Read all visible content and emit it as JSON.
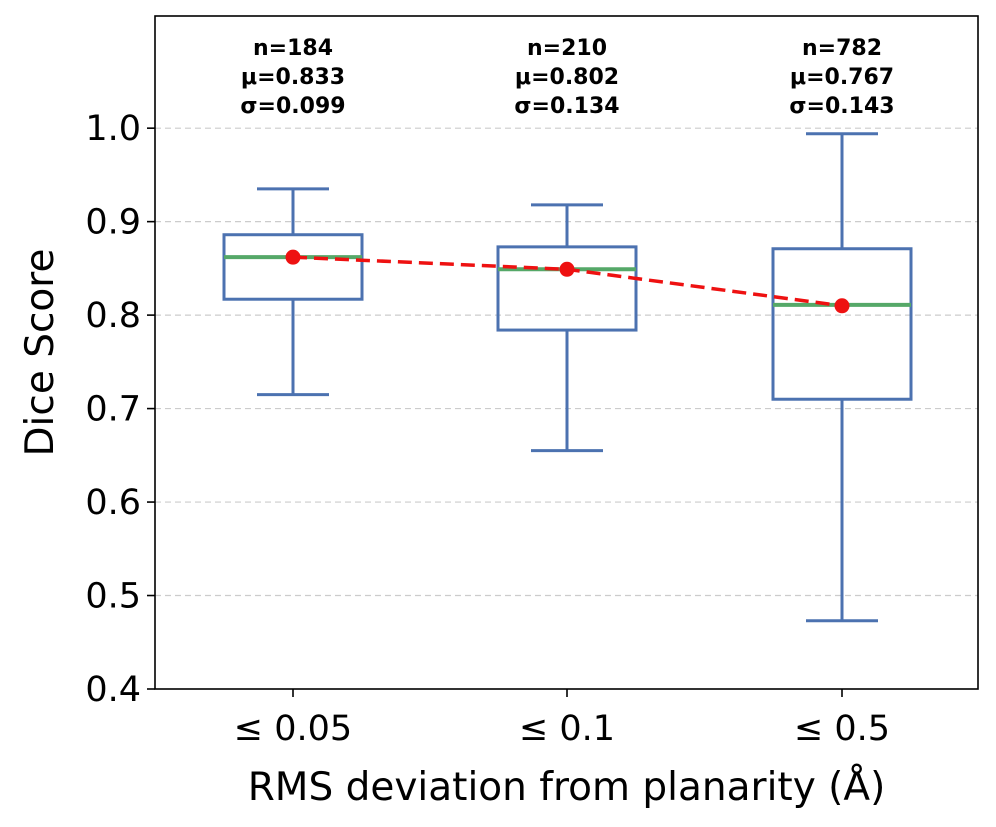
{
  "chart_data": {
    "type": "box",
    "title": "",
    "xlabel": "RMS deviation from planarity (Å)",
    "ylabel": "Dice Score",
    "ylim": [
      0.4,
      1.12
    ],
    "yticks": [
      0.4,
      0.5,
      0.6,
      0.7,
      0.8,
      0.9,
      1.0
    ],
    "ytick_labels": [
      "0.4",
      "0.5",
      "0.6",
      "0.7",
      "0.8",
      "0.9",
      "1.0"
    ],
    "grid": "horizontal dashed",
    "categories": [
      "≤ 0.05",
      "≤ 0.1",
      "≤ 0.5"
    ],
    "boxes": [
      {
        "whisker_low": 0.715,
        "q1": 0.817,
        "median": 0.862,
        "q3": 0.886,
        "whisker_high": 0.935,
        "mean": 0.862
      },
      {
        "whisker_low": 0.655,
        "q1": 0.784,
        "median": 0.849,
        "q3": 0.873,
        "whisker_high": 0.918,
        "mean": 0.849
      },
      {
        "whisker_low": 0.473,
        "q1": 0.71,
        "median": 0.811,
        "q3": 0.871,
        "whisker_high": 0.994,
        "mean": 0.81
      }
    ],
    "annotations": [
      {
        "n": "n=184",
        "mu": "μ=0.833",
        "sigma": "σ=0.099"
      },
      {
        "n": "n=210",
        "mu": "μ=0.802",
        "sigma": "σ=0.134"
      },
      {
        "n": "n=782",
        "mu": "μ=0.767",
        "sigma": "σ=0.143"
      }
    ],
    "colors": {
      "box": "#4c72b0",
      "median": "#55a868",
      "mean_marker": "#ee1111",
      "mean_line": "#ee1111",
      "grid": "#cccccc",
      "axis": "#000000"
    }
  }
}
